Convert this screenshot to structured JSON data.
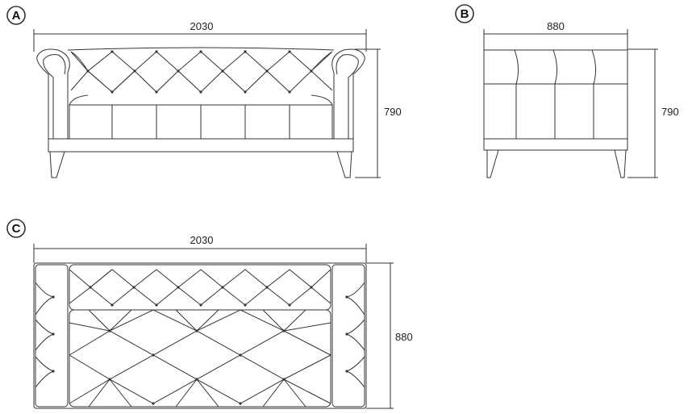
{
  "views": {
    "a": {
      "label": "A",
      "width": "2030",
      "height": "790"
    },
    "b": {
      "label": "B",
      "width": "880",
      "height": "790"
    },
    "c": {
      "label": "C",
      "width": "2030",
      "depth": "880"
    }
  },
  "colors": {
    "line": "#333333",
    "dim": "#444444"
  }
}
